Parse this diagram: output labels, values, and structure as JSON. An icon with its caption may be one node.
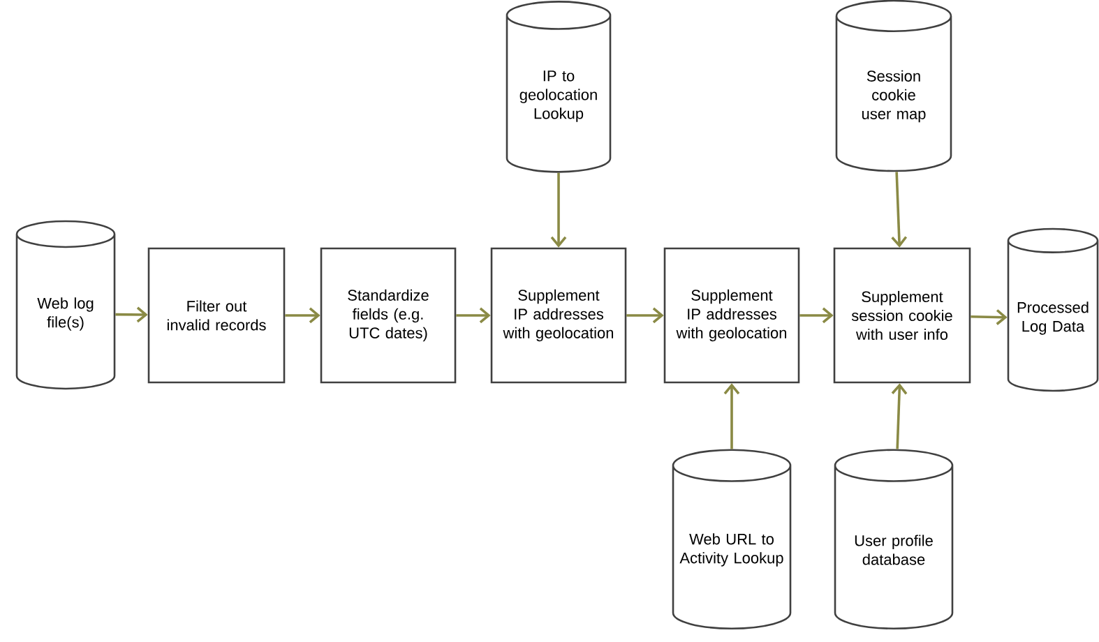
{
  "diagram": {
    "nodes": [
      {
        "text": [
          "Web log file(s)"
        ]
      },
      {
        "text": [
          "Filter out invalid records"
        ]
      },
      {
        "text": [
          "Standardize fields (e.g. UTC dates)"
        ]
      },
      {
        "text": [
          "IP to geolocation Lookup"
        ]
      },
      {
        "text": [
          "Supplement IP addresses with geolocation"
        ]
      },
      {
        "text": [
          "Supplement IP addresses with geolocation"
        ]
      },
      {
        "text": [
          "Web URL to Activity Lookup"
        ]
      },
      {
        "text": [
          "Session cookie user map"
        ]
      },
      {
        "text": [
          "Supplement session cookie with user info"
        ]
      },
      {
        "text": [
          "User profile database"
        ]
      },
      {
        "text": [
          "Processed Log Data"
        ]
      }
    ],
    "edges": [
      {
        "from": 0,
        "to": 1,
        "arrow": "to"
      },
      {
        "from": 1,
        "to": 2,
        "arrow": "to"
      },
      {
        "from": 2,
        "to": 4,
        "arrow": "to"
      },
      {
        "from": 3,
        "to": 4,
        "arrow": "to"
      },
      {
        "from": 4,
        "to": 5,
        "arrow": "to"
      },
      {
        "from": 6,
        "to": 5,
        "arrow": "to"
      },
      {
        "from": 5,
        "to": 8,
        "arrow": "to"
      },
      {
        "from": 7,
        "to": 8,
        "arrow": "to"
      },
      {
        "from": 9,
        "to": 8,
        "arrow": "to"
      },
      {
        "from": 8,
        "to": 10,
        "arrow": "to"
      }
    ]
  }
}
